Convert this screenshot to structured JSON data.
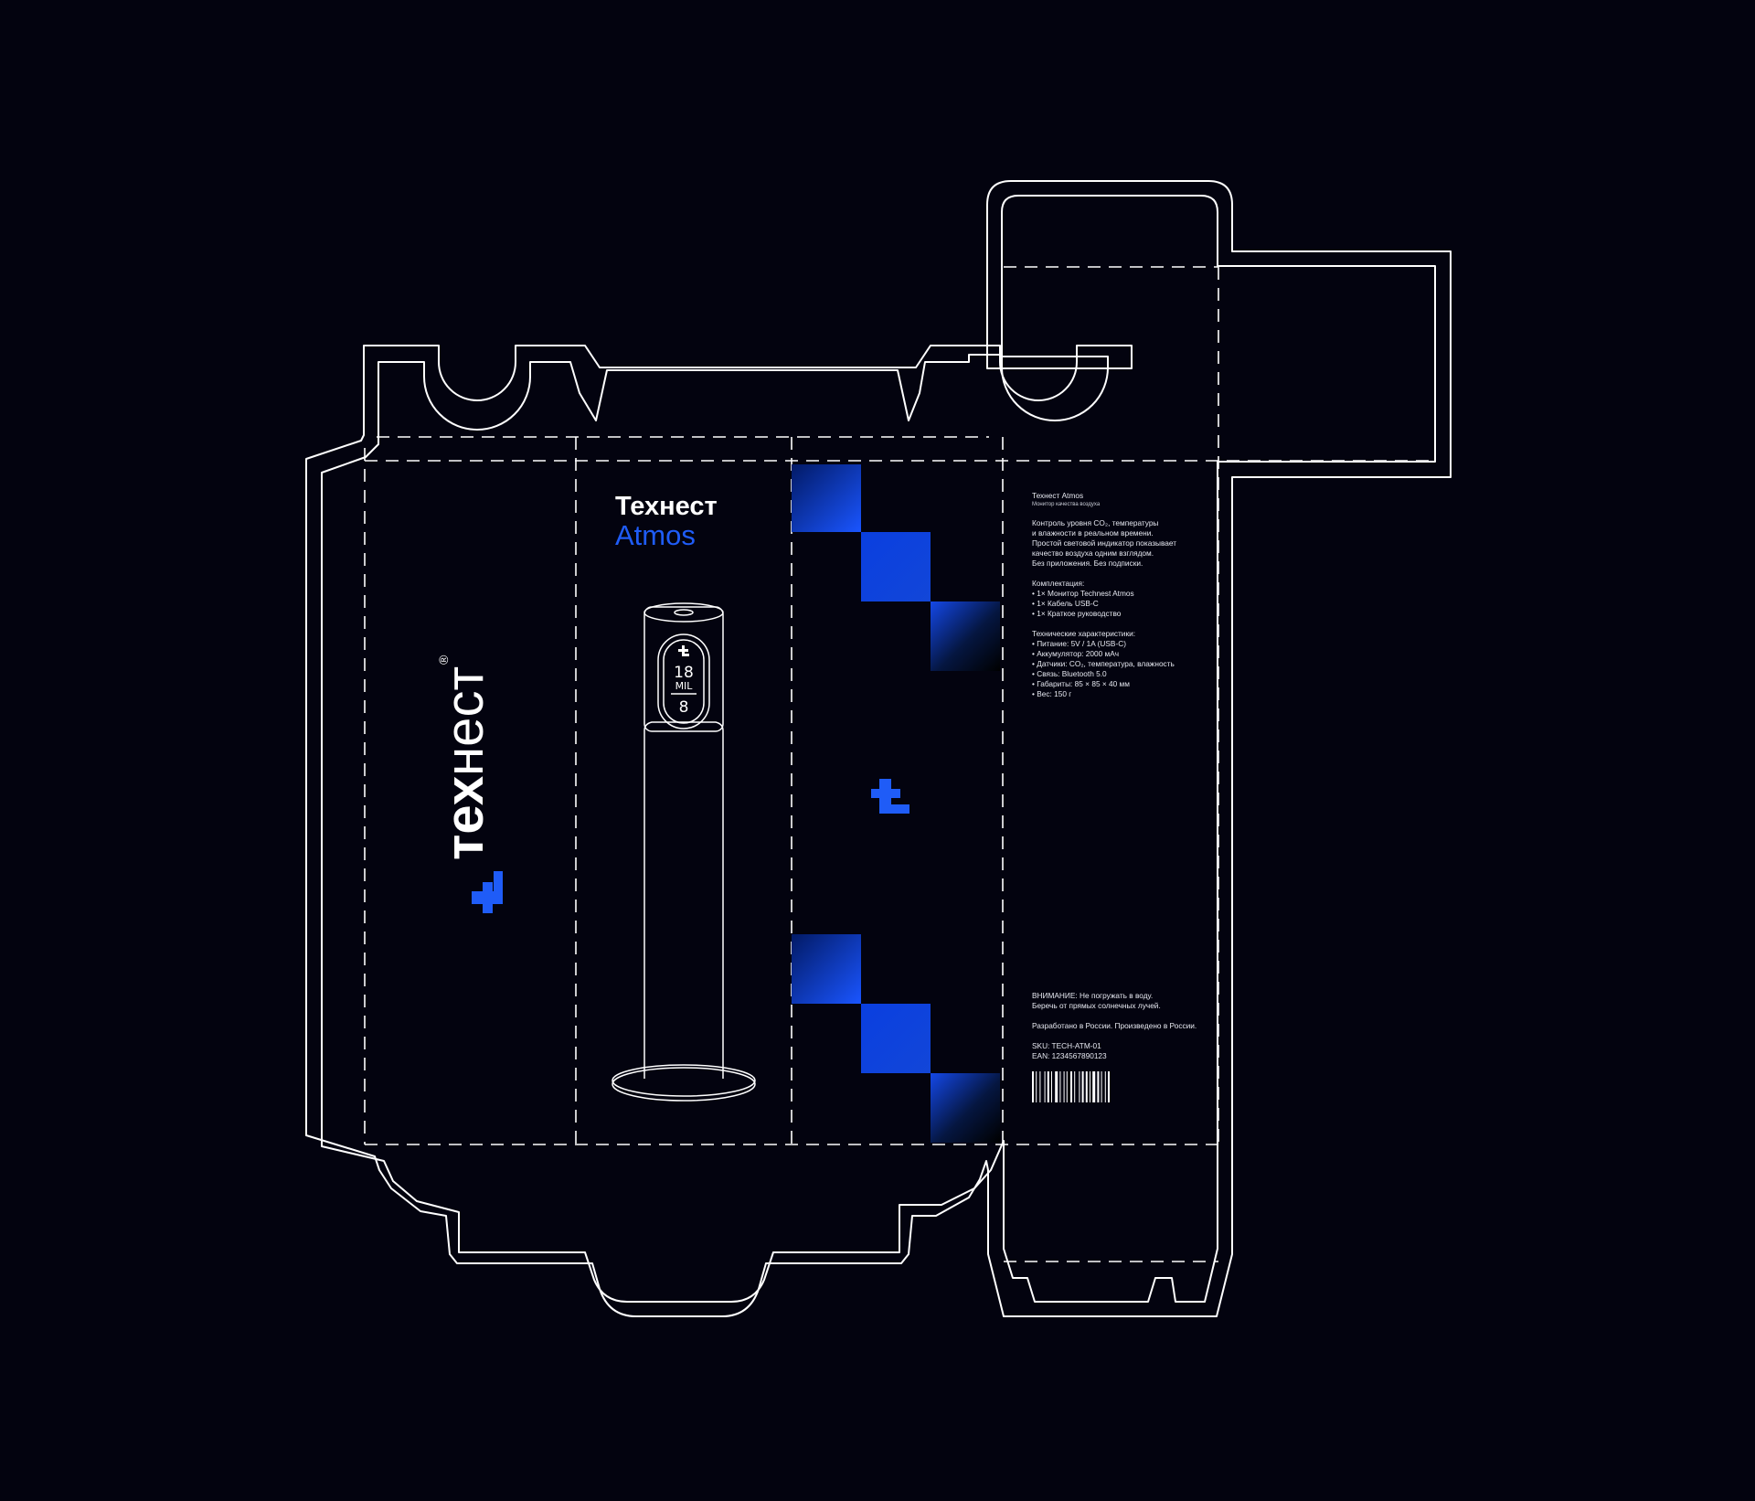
{
  "front": {
    "brand_line": "Технест",
    "model_line": "Atmos"
  },
  "side_logo": {
    "word_bold": "тех",
    "word_light": "нест",
    "registered": "®"
  },
  "device_display": {
    "top_value": "18",
    "unit": "MIL",
    "bottom_value": "8"
  },
  "back": {
    "heading": "Технест Atmos",
    "subheading": "Монитор качества воздуха",
    "description": [
      "Контроль уровня CO₂, температуры",
      "и влажности в реальном времени.",
      "Простой световой индикатор показывает",
      "качество воздуха одним взглядом.",
      "Без приложения. Без подписки."
    ],
    "kit_title": "Комплектация:",
    "kit_items": [
      "• 1× Монитор Technest Atmos",
      "• 1× Кабель USB-C",
      "• 1× Краткое руководство"
    ],
    "specs_title": "Технические характеристики:",
    "spec_items": [
      "• Питание: 5V / 1A (USB-C)",
      "• Аккумулятор: 2000 мАч",
      "• Датчики: CO₂, температура, влажность",
      "• Связь: Bluetooth 5.0",
      "• Габариты: 85 × 85 × 40 мм",
      "• Вес: 150 г"
    ],
    "warning": [
      "ВНИМАНИЕ: Не погружать в воду.",
      "Беречь от прямых солнечных лучей."
    ],
    "origin": "Разработано в России. Произведено в России.",
    "sku": "SKU: TECH-ATM-01",
    "ean": "EAN: 1234567890123"
  },
  "colors": {
    "background": "#03030f",
    "accent_blue": "#1f5cf7",
    "line": "#ffffff"
  },
  "icons": [
    "technest-logo-mark-icon",
    "barcode-icon"
  ]
}
